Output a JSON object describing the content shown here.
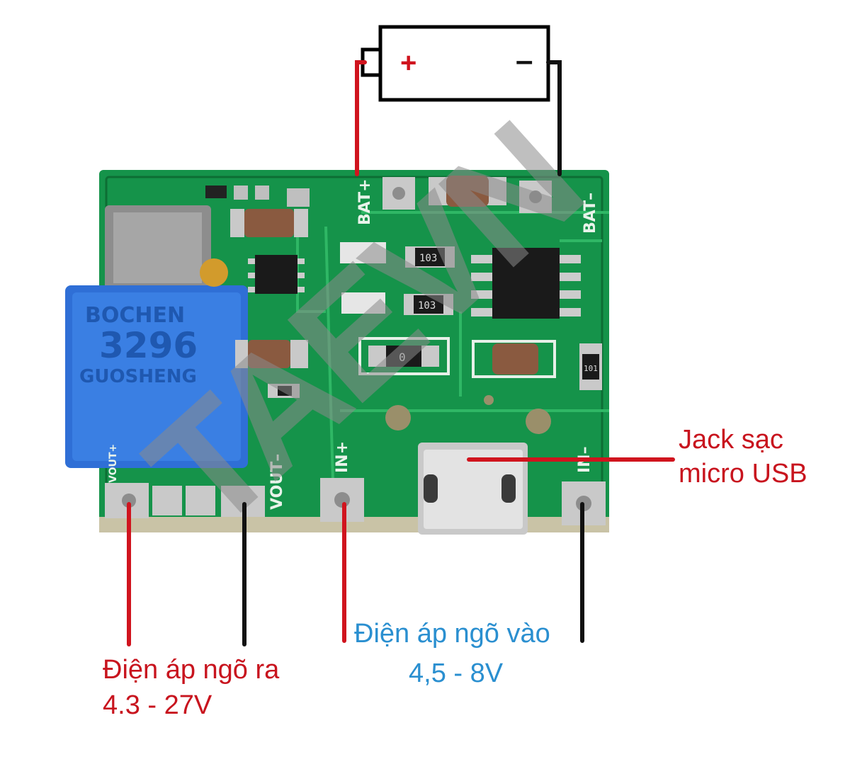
{
  "colors": {
    "pcb": "#15934a",
    "pcb_dark": "#0d6e34",
    "trimmer": "#2f6fd6",
    "wire_positive": "#d0141e",
    "wire_negative": "#111111",
    "label_red": "#c8141e",
    "label_blue": "#2a8fd0",
    "watermark": "#8a8a8a"
  },
  "battery": {
    "plus_sign": "+",
    "minus_sign": "–"
  },
  "board": {
    "pad_bat_plus": "BAT+",
    "pad_bat_minus": "BAT–",
    "pad_vout_minus": "VOUT–",
    "pad_in_plus": "IN+",
    "pad_in_minus": "IN–",
    "pad_vout_plus": "VOUT+",
    "trimmer_brand": "BOCHEN",
    "trimmer_model": "3296",
    "trimmer_maker": "GUOSHENG",
    "resistor_1": "103",
    "resistor_2": "103",
    "resistor_3": "0",
    "resistor_4": "101"
  },
  "labels": {
    "usb_jack_line1": "Jack sạc",
    "usb_jack_line2": "micro USB",
    "output_line1": "Điện áp ngõ ra",
    "output_line2": "4.3 - 27V",
    "input_line1": "Điện áp ngõ vào",
    "input_line2": "4,5 - 8V"
  },
  "watermark": {
    "text": "TAEVN"
  }
}
